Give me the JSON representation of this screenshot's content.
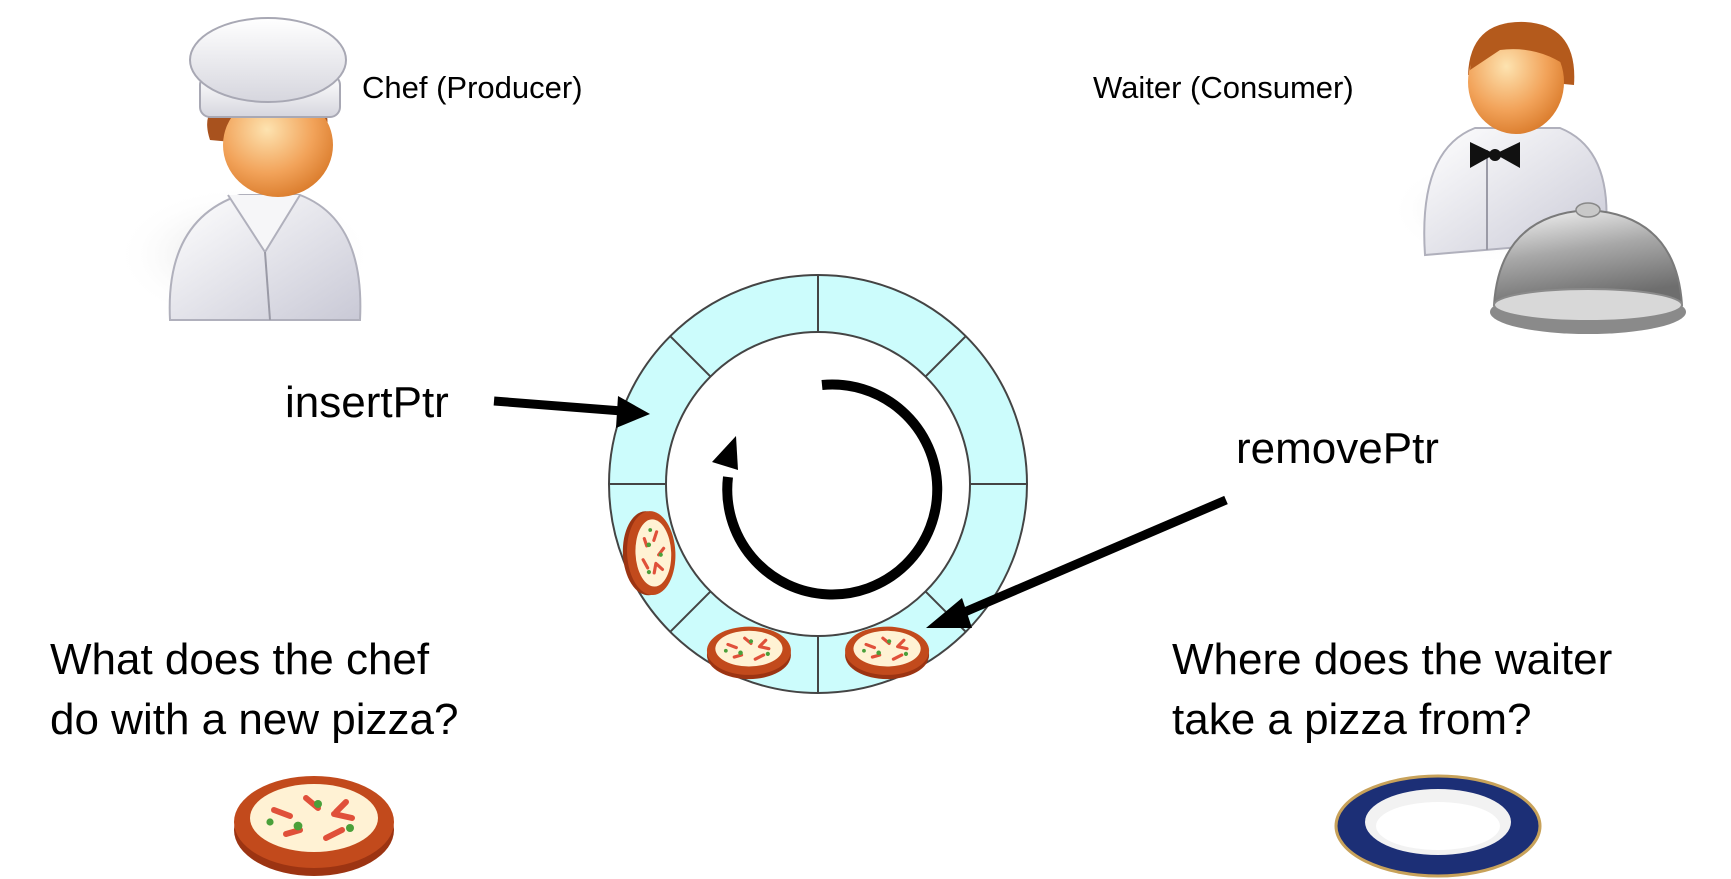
{
  "chef": {
    "label": "Chef (Producer)"
  },
  "waiter": {
    "label": "Waiter (Consumer)"
  },
  "pointers": {
    "insert": "insertPtr",
    "remove": "removePtr"
  },
  "questions": {
    "chef": [
      "What does the chef",
      "do with a new pizza?"
    ],
    "waiter": [
      "Where does the waiter",
      "take a pizza from?"
    ]
  },
  "buffer": {
    "slots": 8,
    "filled_slots": 3,
    "fill_color": "#ccfcfc",
    "outline_color": "#444444"
  },
  "icons": [
    "chef-icon",
    "waiter-icon",
    "cloche-icon",
    "pizza-icon",
    "plate-icon",
    "circular-arrow-icon"
  ]
}
